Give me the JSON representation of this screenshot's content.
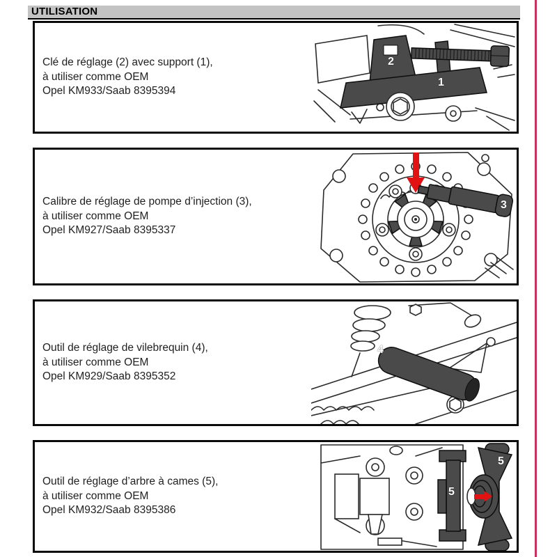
{
  "page": {
    "header": "UTILISATION"
  },
  "colors": {
    "accent_line": "#c8305c",
    "header_bg": "#c3c3c3",
    "tool_gray": "#4a4a4a",
    "arrow_red": "#e31212"
  },
  "sections": [
    {
      "figure": "support-wrench-on-engine",
      "lines": [
        "Clé de réglage (2) avec support (1),",
        "à utiliser comme OEM",
        "Opel KM933/Saab 8395394"
      ],
      "labels": [
        "1",
        "2"
      ]
    },
    {
      "figure": "injection-pump-setting-gauge",
      "lines": [
        "Calibre de réglage de pompe d’injection (3),",
        "à utiliser comme OEM",
        "Opel KM927/Saab 8395337"
      ],
      "labels": [
        "3"
      ]
    },
    {
      "figure": "crankshaft-setting-tool",
      "lines": [
        "Outil de réglage de vilebrequin (4),",
        "à utiliser comme OEM",
        "Opel KM929/Saab 8395352"
      ],
      "labels": [
        "4"
      ]
    },
    {
      "figure": "camshaft-setting-tool",
      "lines": [
        "Outil de réglage d’arbre à cames (5),",
        "à utiliser comme OEM",
        "Opel KM932/Saab 8395386"
      ],
      "labels": [
        "5",
        "5"
      ]
    }
  ]
}
